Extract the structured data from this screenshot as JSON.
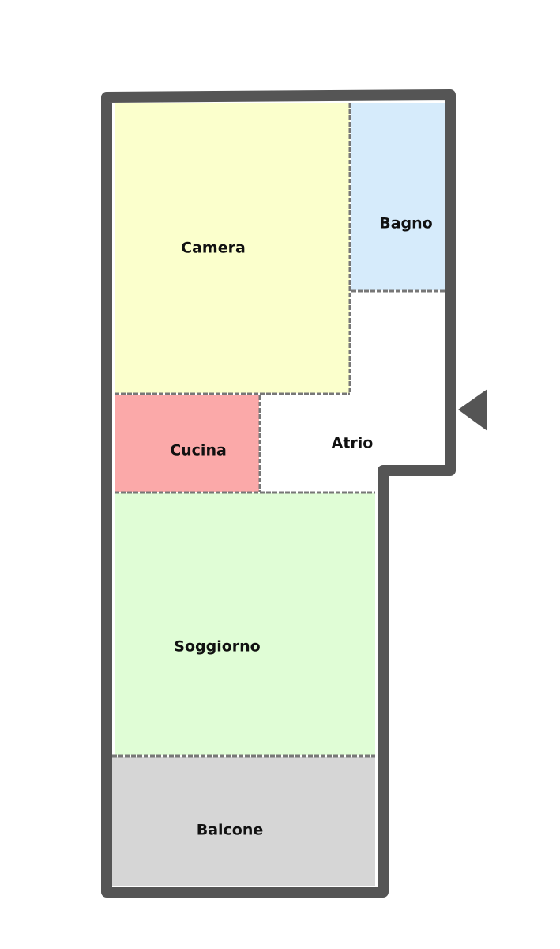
{
  "rooms": [
    {
      "id": "camera",
      "label": "Camera",
      "color": "#fbffcc"
    },
    {
      "id": "bagno",
      "label": "Bagno",
      "color": "#d6ebfb"
    },
    {
      "id": "cucina",
      "label": "Cucina",
      "color": "#fba9a9"
    },
    {
      "id": "atrio",
      "label": "Atrio",
      "color": "#ffffff"
    },
    {
      "id": "soggiorno",
      "label": "Soggiorno",
      "color": "#e0fdd6"
    },
    {
      "id": "balcone",
      "label": "Balcone",
      "color": "#d6d6d6"
    }
  ],
  "wall_color": "#555555"
}
